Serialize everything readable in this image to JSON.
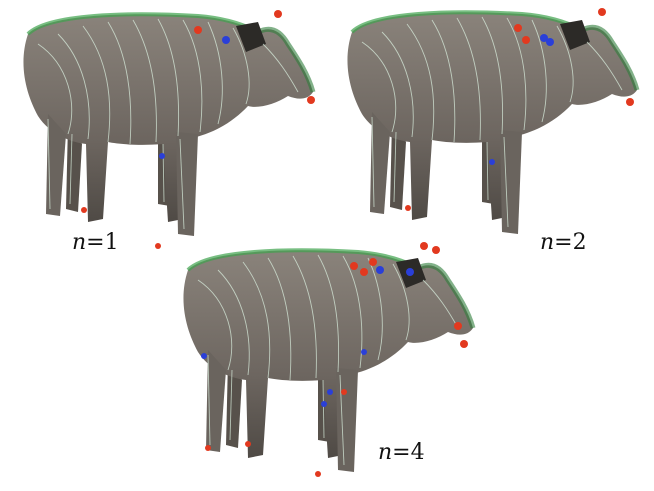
{
  "figure": {
    "panels": [
      {
        "id": "n1",
        "label": "n = 1",
        "var": "n",
        "eq": "=",
        "value": "1"
      },
      {
        "id": "n2",
        "label": "n = 2",
        "var": "n",
        "eq": "=",
        "value": "2"
      },
      {
        "id": "n4",
        "label": "n = 4",
        "var": "n",
        "eq": "=",
        "value": "4"
      }
    ],
    "colors": {
      "body": "#6f6862",
      "body_dark": "#4a4541",
      "stroke_line": "#cfe8d4",
      "edge_glow": "#3fa34d",
      "singularity_positive": "#e2391f",
      "singularity_negative": "#2a3fd8"
    }
  }
}
